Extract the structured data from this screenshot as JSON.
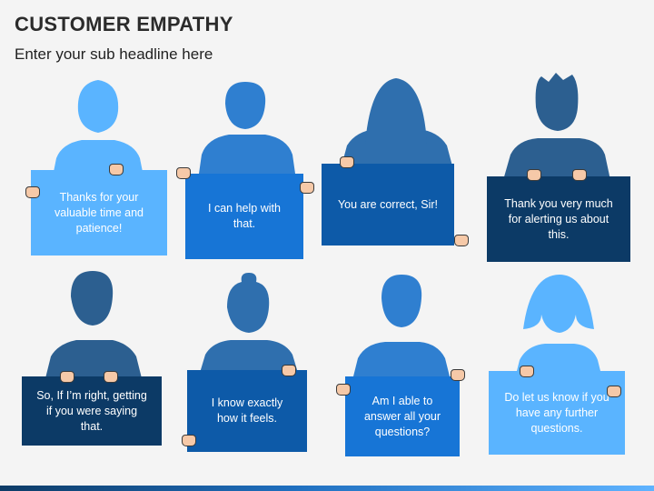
{
  "header": {
    "title": "CUSTOMER EMPATHY",
    "subtitle": "Enter your sub headline here"
  },
  "cards": [
    {
      "text": "Thanks for your valuable time and patience!",
      "sign_color": "#5ab4ff",
      "figure_color": "#5ab4ff",
      "figure": "woman-short-hair"
    },
    {
      "text": "I can help with that.",
      "sign_color": "#1775d6",
      "figure_color": "#2f7fd0",
      "figure": "man-short-hair"
    },
    {
      "text": "You are correct, Sir!",
      "sign_color": "#0d5aa8",
      "figure_color": "#2f6fae",
      "figure": "woman-long-hair"
    },
    {
      "text": "Thank you very much for alerting us about this.",
      "sign_color": "#0c3a66",
      "figure_color": "#2c5f90",
      "figure": "man-spiky-hair"
    },
    {
      "text": "So, If I’m right, getting if you were saying that.",
      "sign_color": "#0c3a66",
      "figure_color": "#2c5f90",
      "figure": "man-short-hair"
    },
    {
      "text": "I know exactly how it feels.",
      "sign_color": "#0d5aa8",
      "figure_color": "#2f6fae",
      "figure": "woman-bun"
    },
    {
      "text": "Am I able to answer all your questions?",
      "sign_color": "#1775d6",
      "figure_color": "#2f7fd0",
      "figure": "man-short-hair"
    },
    {
      "text": "Do let us know if you have any further questions.",
      "sign_color": "#5ab4ff",
      "figure_color": "#5ab4ff",
      "figure": "woman-bob"
    }
  ]
}
